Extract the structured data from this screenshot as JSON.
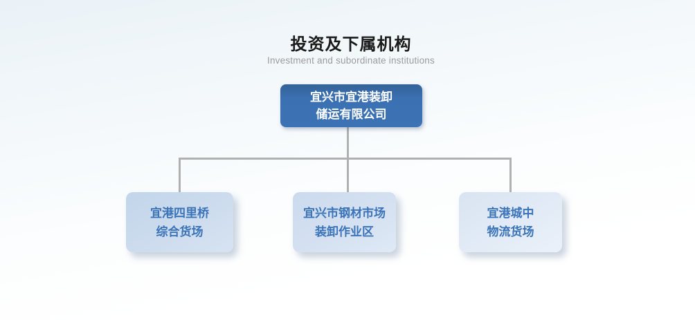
{
  "header": {
    "title": "投资及下属机构",
    "subtitle": "Investment and subordinate institutions"
  },
  "org_chart": {
    "root": {
      "name": "宜兴市宜港装卸储运有限公司",
      "lines": [
        "宜兴市宜港装卸",
        "储运有限公司"
      ]
    },
    "children": [
      {
        "name": "宜港四里桥综合货场",
        "lines": [
          "宜港四里桥",
          "综合货场"
        ]
      },
      {
        "name": "宜兴市钢材市场装卸作业区",
        "lines": [
          "宜兴市钢材市场",
          "装卸作业区"
        ]
      },
      {
        "name": "宜港城中物流货场",
        "lines": [
          "宜港城中",
          "物流货场"
        ]
      }
    ]
  },
  "colors": {
    "root_box": "#3B71B3",
    "root_text": "#FFFFFF",
    "child_text": "#3A73B8",
    "child_box_1": "#C9D9ED",
    "child_box_2": "#D3DFF0",
    "child_box_3": "#DFE9F4",
    "connector": "#B0B0B0",
    "title_text": "#1A1A1A",
    "subtitle_text": "#9B9B9B"
  }
}
